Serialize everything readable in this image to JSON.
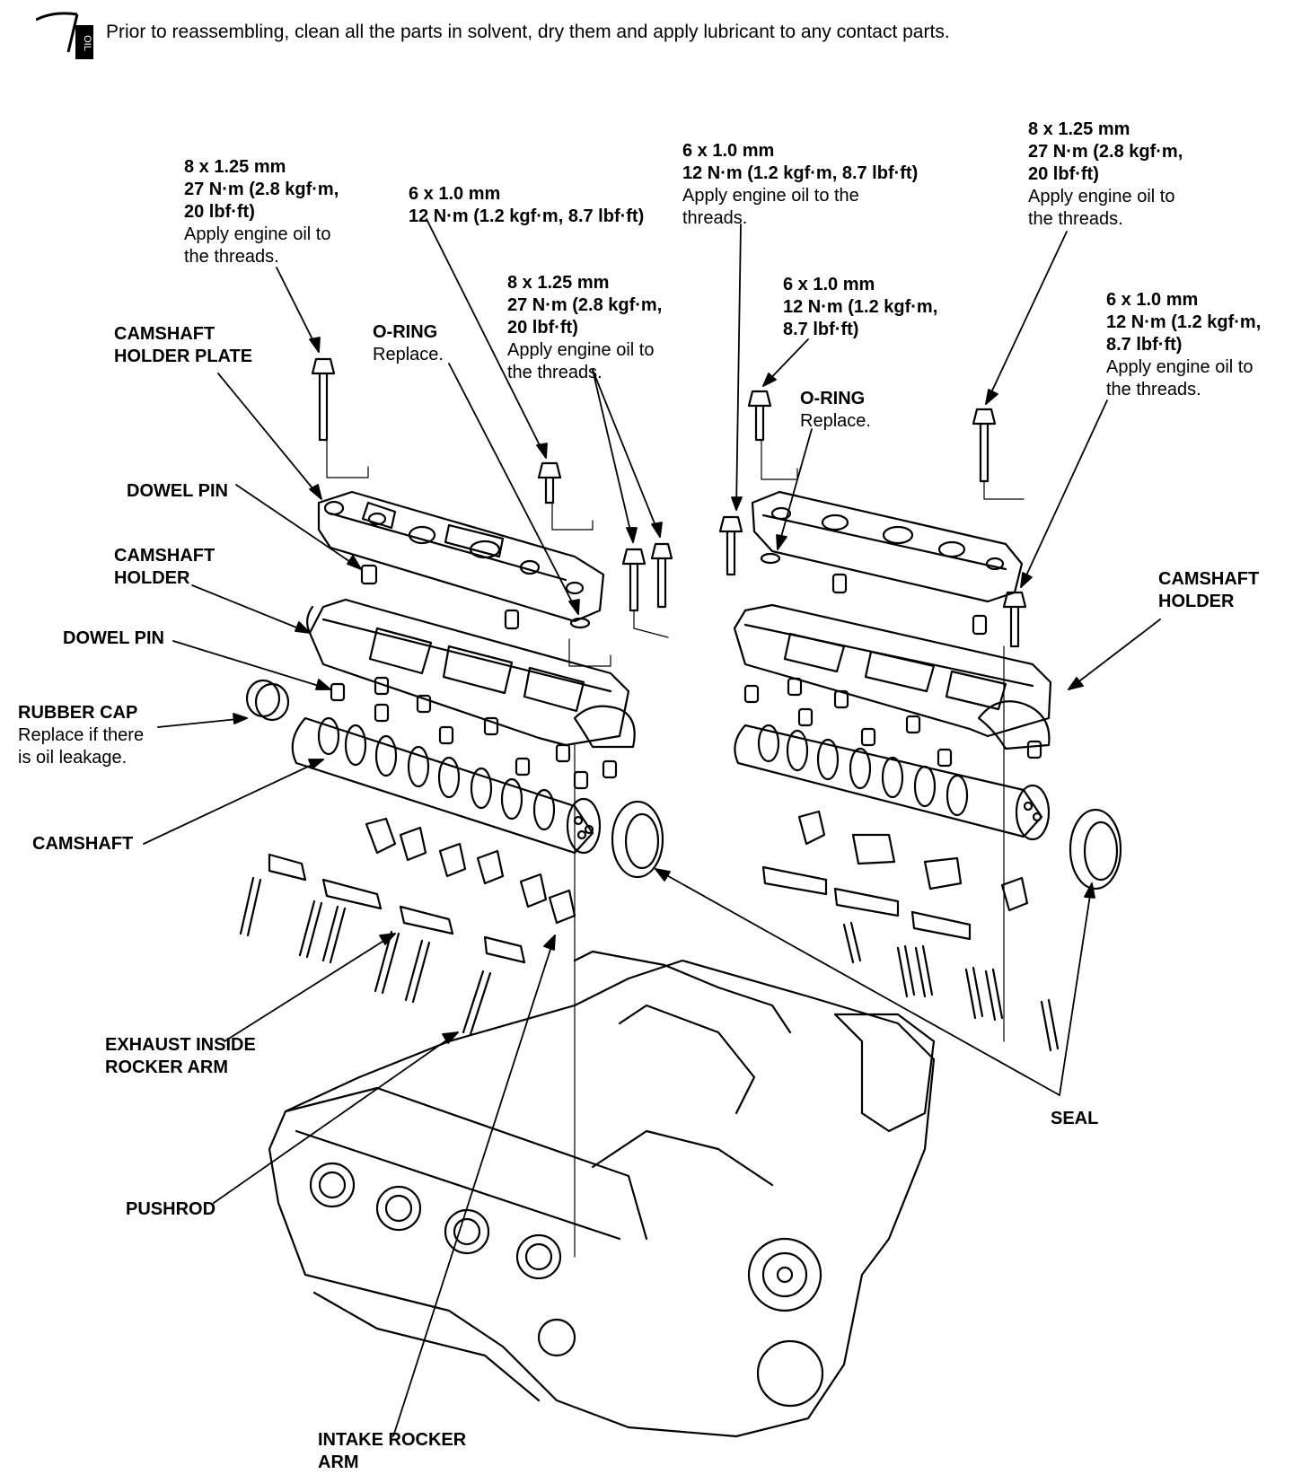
{
  "header": {
    "icon_name": "oil-can-icon",
    "icon_text": "OIL",
    "instruction": "Prior to reassembling, clean all the parts in solvent, dry them and apply lubricant to any contact parts."
  },
  "callouts": {
    "bolt_left_top": {
      "spec": "8 x 1.25 mm",
      "torque1": "27 N·m (2.8 kgf·m,",
      "torque2": "20 lbf·ft)",
      "note1": "Apply engine oil to",
      "note2": "the threads."
    },
    "bolt_left_mid": {
      "spec": "6 x 1.0 mm",
      "torque1": "12 N·m (1.2 kgf·m, 8.7 lbf·ft)"
    },
    "bolt_left_right": {
      "spec": "8 x 1.25 mm",
      "torque1": "27 N·m (2.8 kgf·m,",
      "torque2": "20 lbf·ft)",
      "note1": "Apply engine oil to",
      "note2": "the threads."
    },
    "bolt_right_top": {
      "spec": "6 x 1.0 mm",
      "torque1": "12 N·m (1.2 kgf·m, 8.7 lbf·ft)",
      "note1": "Apply engine oil to the",
      "note2": "threads."
    },
    "bolt_right_mid": {
      "spec": "6 x 1.0 mm",
      "torque1": "12 N·m (1.2 kgf·m,",
      "torque2": "8.7 lbf·ft)"
    },
    "bolt_far_right_top": {
      "spec": "8 x 1.25 mm",
      "torque1": "27 N·m (2.8 kgf·m,",
      "torque2": "20 lbf·ft)",
      "note1": "Apply engine oil to",
      "note2": "the threads."
    },
    "bolt_far_right_low": {
      "spec": "6 x 1.0 mm",
      "torque1": "12 N·m (1.2 kgf·m,",
      "torque2": "8.7 lbf·ft)",
      "note1": "Apply engine oil to",
      "note2": "the threads."
    }
  },
  "parts": {
    "camshaft_holder_plate_1": "CAMSHAFT",
    "camshaft_holder_plate_2": "HOLDER PLATE",
    "o_ring_left": "O-RING",
    "o_ring_left_note": "Replace.",
    "o_ring_right": "O-RING",
    "o_ring_right_note": "Replace.",
    "dowel_pin_1": "DOWEL PIN",
    "camshaft_holder_left_1": "CAMSHAFT",
    "camshaft_holder_left_2": "HOLDER",
    "dowel_pin_2": "DOWEL PIN",
    "rubber_cap": "RUBBER CAP",
    "rubber_cap_note1": "Replace if there",
    "rubber_cap_note2": "is oil leakage.",
    "camshaft": "CAMSHAFT",
    "camshaft_holder_right_1": "CAMSHAFT",
    "camshaft_holder_right_2": "HOLDER",
    "exhaust_rocker_1": "EXHAUST INSIDE",
    "exhaust_rocker_2": "ROCKER ARM",
    "pushrod": "PUSHROD",
    "seal": "SEAL",
    "intake_rocker_1": "INTAKE ROCKER",
    "intake_rocker_2": "ARM"
  }
}
